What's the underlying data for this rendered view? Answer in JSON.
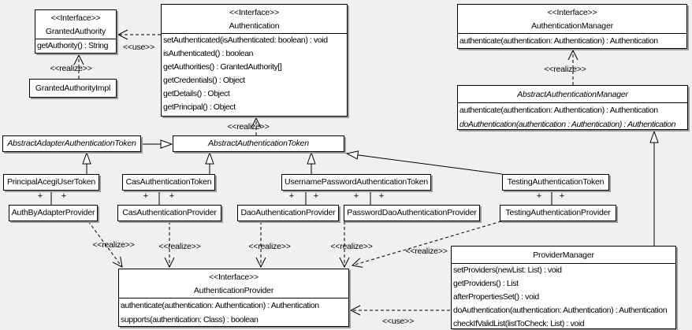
{
  "labels": {
    "use": "<<use>>",
    "realize": "<<realize>>",
    "plus": "+"
  },
  "nodes": {
    "granted_authority": {
      "stereotype": "<<Interface>>",
      "name": "GrantedAuthority",
      "methods": [
        "getAuthority() : String"
      ]
    },
    "granted_authority_impl": {
      "name": "GrantedAuthorityImpl"
    },
    "authentication": {
      "stereotype": "<<Interface>>",
      "name": "Authentication",
      "methods": [
        "setAuthenticated(isAuthenticated: boolean) : void",
        "isAuthenticated() : boolean",
        "getAuthorities() : GrantedAuthority[]",
        "getCredentials() : Object",
        "getDetails() : Object",
        "getPrincipal() : Object"
      ]
    },
    "authentication_manager": {
      "stereotype": "<<Interface>>",
      "name": "AuthenticationManager",
      "methods": [
        "authenticate(authentication: Authentication) : Authentication"
      ]
    },
    "abstract_authentication_manager": {
      "name": "AbstractAuthenticationManager",
      "methods": [
        "authenticate(authentication: Authentication) : Authentication",
        "doAuthentication(authentication : Authentication) : Authentication"
      ]
    },
    "abstract_adapter_authentication_token": {
      "name": "AbstractAdapterAuthenticationToken"
    },
    "abstract_authentication_token": {
      "name": "AbstractAuthenticationToken"
    },
    "principal_acegi_user_token": {
      "name": "PrincipalAcegiUserToken"
    },
    "cas_authentication_token": {
      "name": "CasAuthenticationToken"
    },
    "username_password_authentication_token": {
      "name": "UsernamePasswordAuthenticationToken"
    },
    "testing_authentication_token": {
      "name": "TestingAuthenticationToken"
    },
    "auth_by_adapter_provider": {
      "name": "AuthByAdapterProvider"
    },
    "cas_authentication_provider": {
      "name": "CasAuthenticationProvider"
    },
    "dao_authentication_provider": {
      "name": "DaoAuthenticationProvider"
    },
    "password_dao_authentication_provider": {
      "name": "PasswordDaoAuthenticationProvider"
    },
    "testing_authentication_provider": {
      "name": "TestingAuthenticationProvider"
    },
    "authentication_provider": {
      "stereotype": "<<Interface>>",
      "name": "AuthenticationProvider",
      "methods": [
        "authenticate(authentication: Authentication) : Authentication",
        "supports(authentication: Class) : boolean"
      ]
    },
    "provider_manager": {
      "name": "ProviderManager",
      "methods": [
        "setProviders(newList: List) : void",
        "getProviders() : List",
        "afterPropertiesSet() : void",
        "doAuthentication(authentication: Authentication) : Authentication",
        "checkIfValidList(listToCheck: List) : void"
      ]
    }
  }
}
